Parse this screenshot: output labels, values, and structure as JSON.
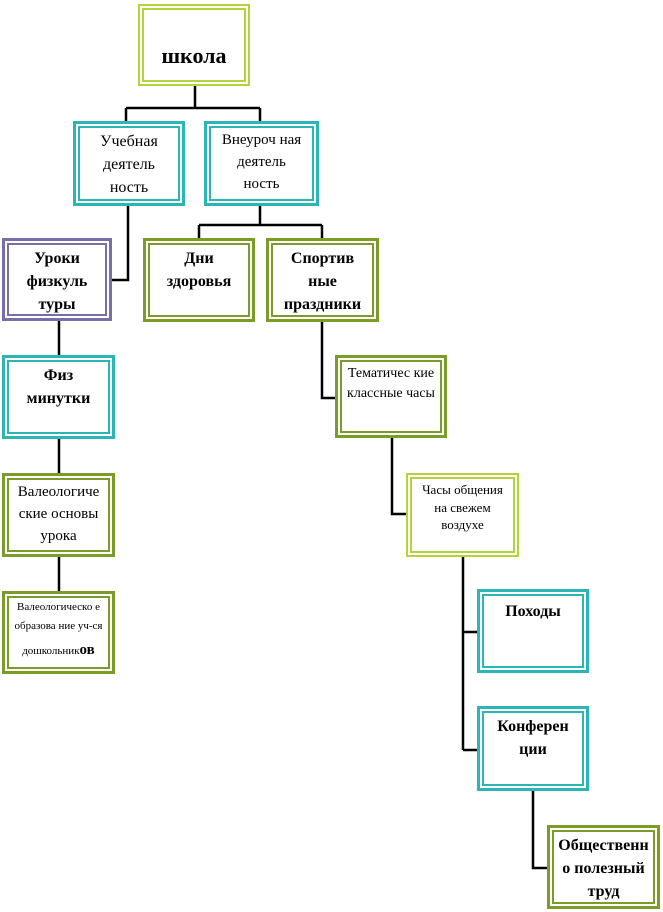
{
  "diagram": {
    "nodes": {
      "school": "школа",
      "learning_activity": "Учебная деятель ность",
      "extracurricular": "Внеуроч ная деятель ность",
      "pe_lessons": "Уроки физкуль туры",
      "health_days": "Дни здоровья",
      "sports_holidays": "Спортив ные праздники",
      "fizminutki": "Физ минутки",
      "thematic_hours": "Тематичес кие классные часы",
      "valeological_basics": "Валеологиче ские основы урока",
      "outdoor_hours": "Часы общения на свежем воздухе",
      "valeological_education": "Валеологическо е образова ние уч-ся дошкольник",
      "valeological_education_tail": "ов",
      "hikes": "Походы",
      "conferences": "Конферен ции",
      "community_work": "Общественн о полезный труд"
    },
    "colors": {
      "lime": "#b2d33a",
      "teal": "#2bb5b5",
      "olive": "#7c9c2a",
      "purple": "#7a6ea8",
      "connector": "#000000"
    }
  }
}
